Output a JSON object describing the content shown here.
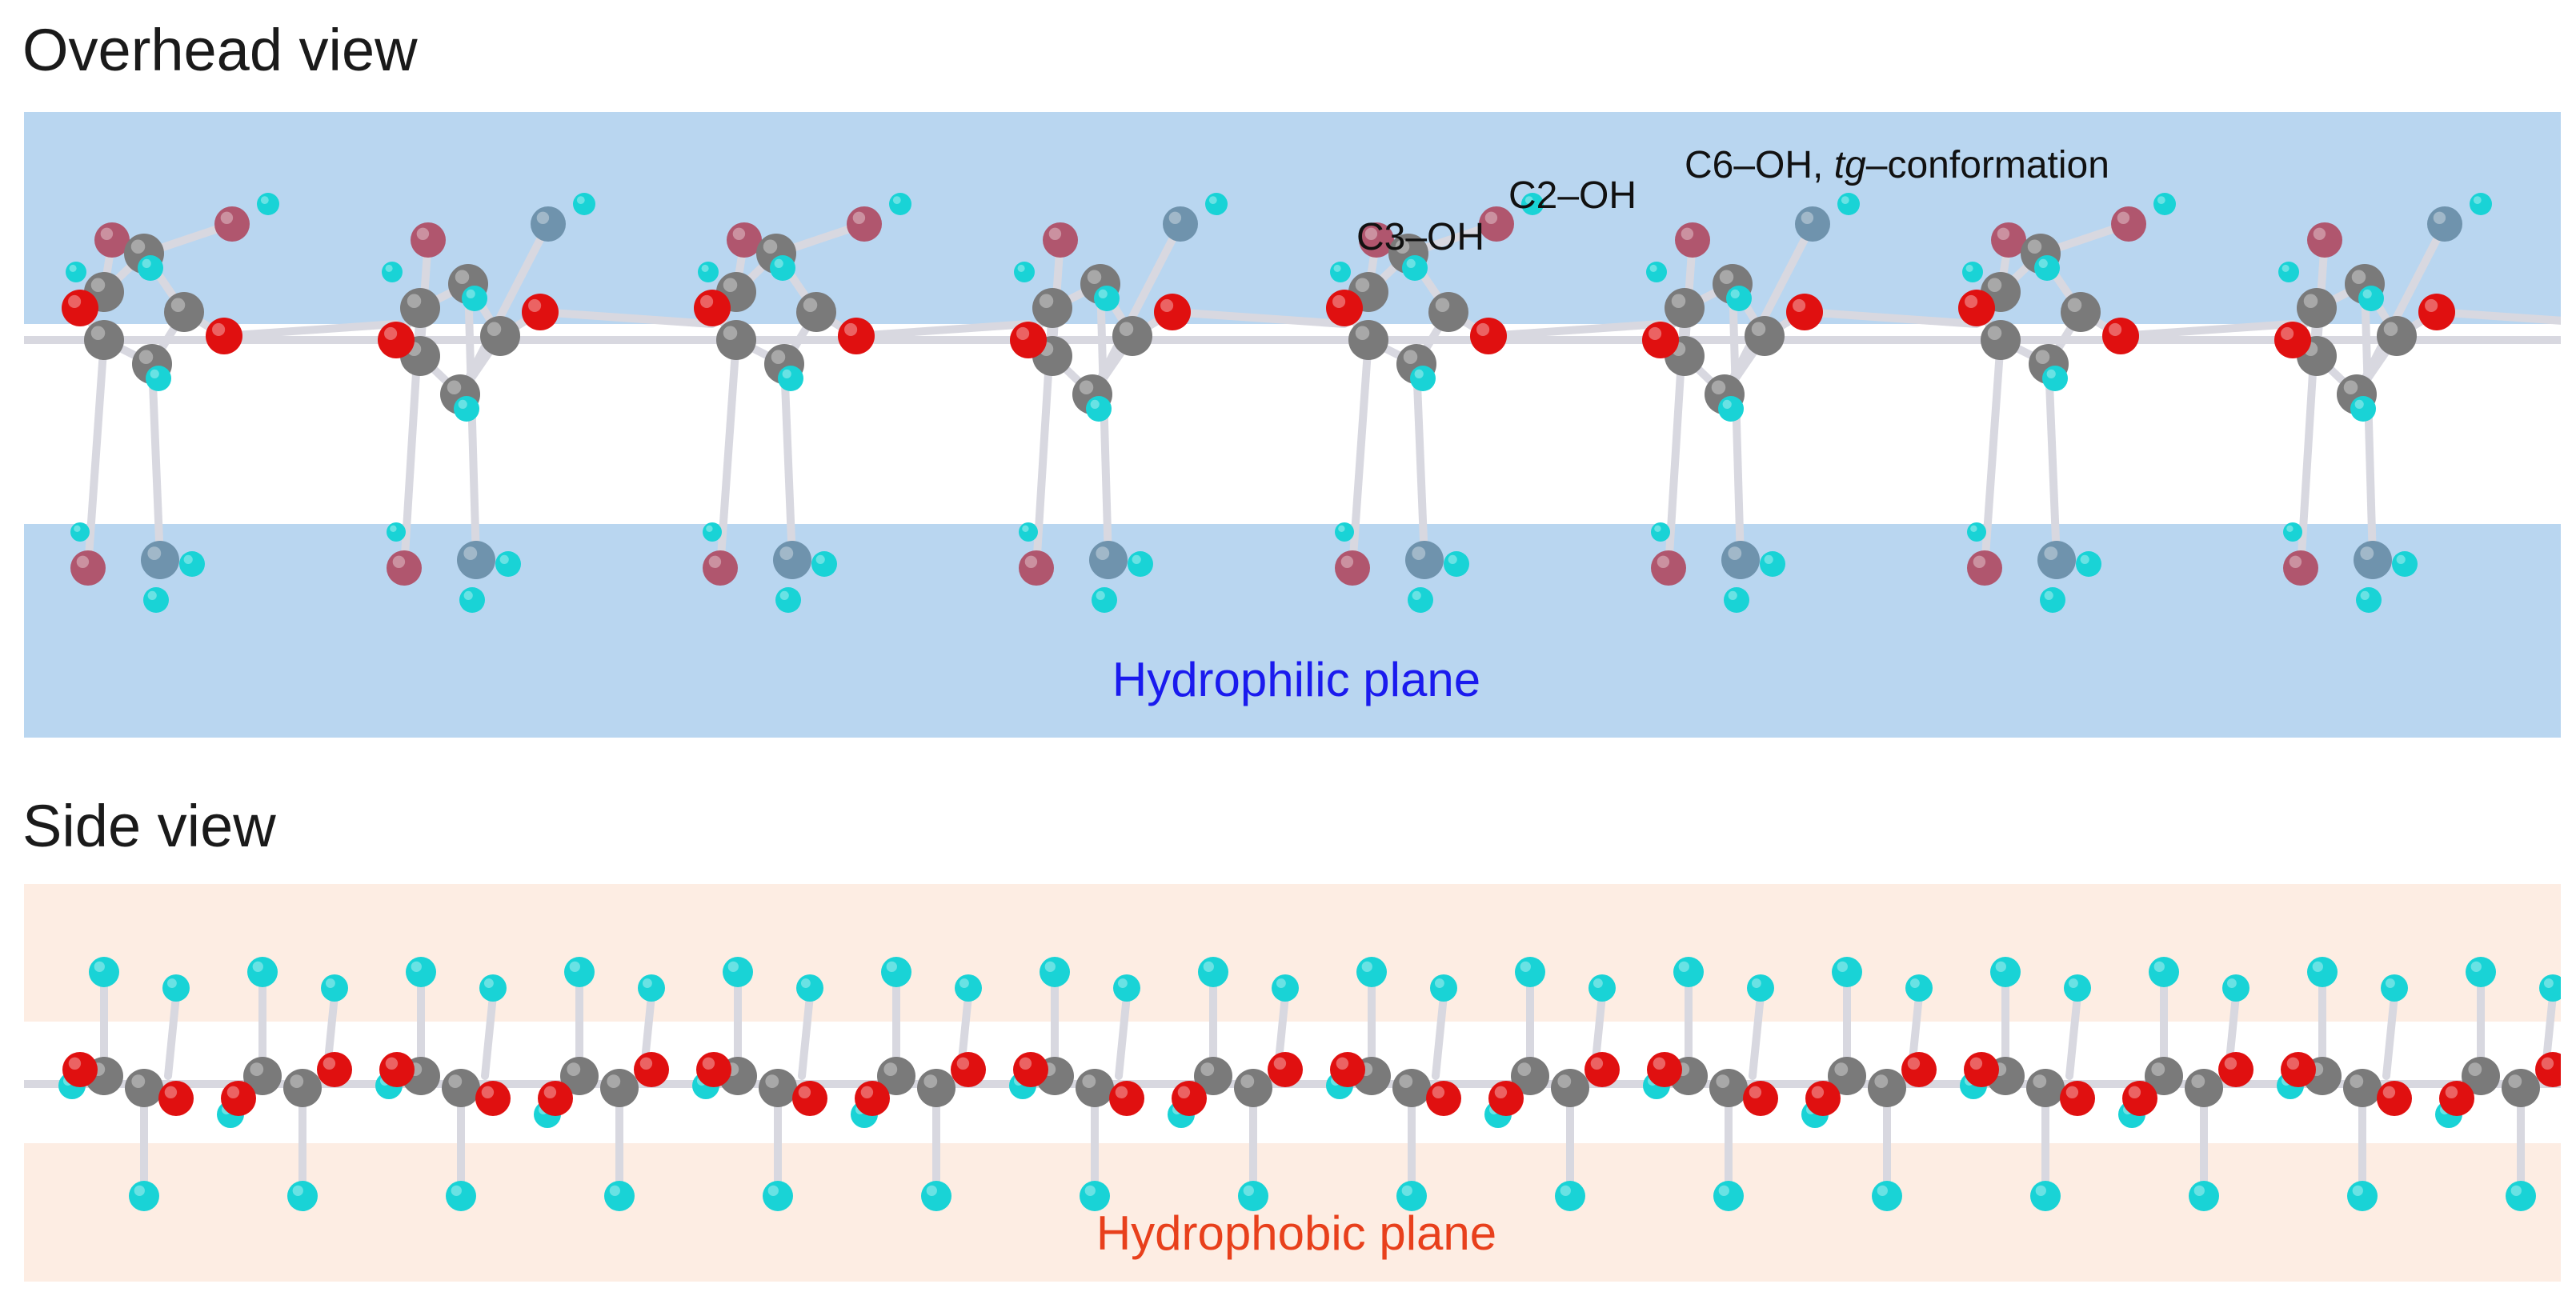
{
  "overhead": {
    "title": "Overhead view",
    "plane_label": "Hydrophilic plane",
    "annotations": {
      "c3": "C3–OH",
      "c2": "C2–OH",
      "c6_prefix": "C6–OH, ",
      "c6_italic": "tg",
      "c6_suffix": "–conformation"
    }
  },
  "side": {
    "title": "Side view",
    "plane_label": "Hydrophobic plane"
  },
  "colors": {
    "hydrophilic_band": "#b9d6f0",
    "hydrophobic_band": "#fdede3",
    "hydrophilic_text": "#1a1aee",
    "hydrophobic_text": "#e8401c",
    "carbon": "#7a7a7a",
    "oxygen": "#e01010",
    "faded_oxygen": "#b0566e",
    "hydrogen": "#19d3d6",
    "faded_carbon": "#6f93ad",
    "bond": "#d8d8e0"
  }
}
